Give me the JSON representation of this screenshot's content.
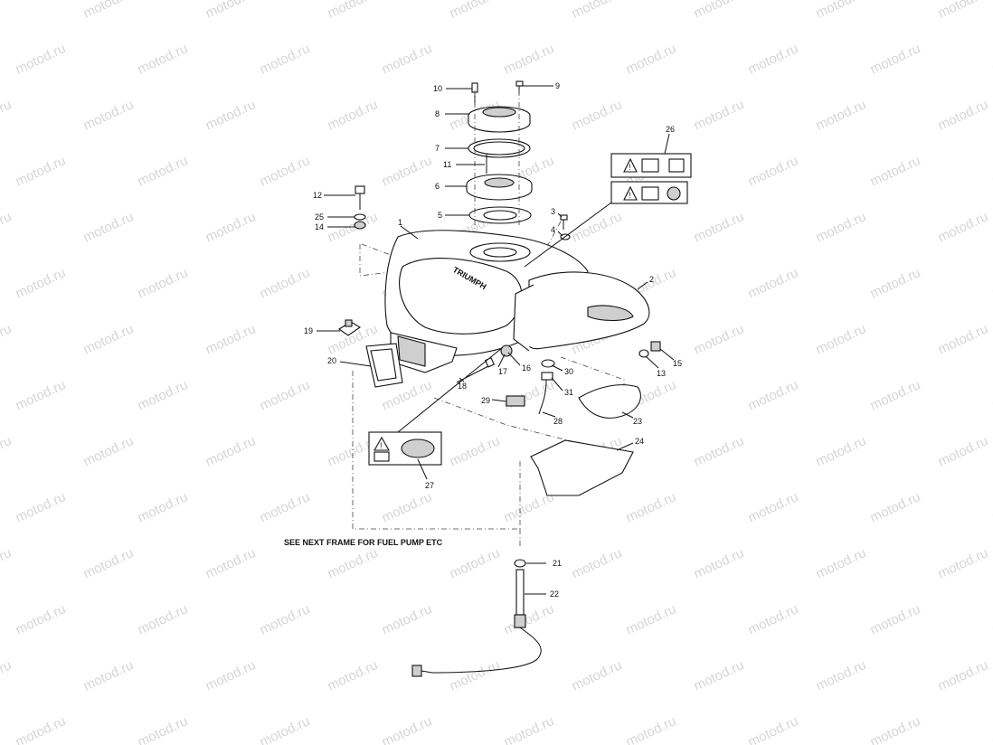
{
  "watermark": "motod.ru",
  "brand": "TRIUMPH",
  "note": "SEE NEXT FRAME FOR FUEL PUMP ETC",
  "callouts": [
    "1",
    "2",
    "3",
    "4",
    "5",
    "6",
    "7",
    "8",
    "9",
    "10",
    "11",
    "12",
    "13",
    "14",
    "15",
    "16",
    "17",
    "18",
    "19",
    "20",
    "21",
    "22",
    "23",
    "24",
    "25",
    "26",
    "27",
    "28",
    "29",
    "30",
    "31"
  ]
}
